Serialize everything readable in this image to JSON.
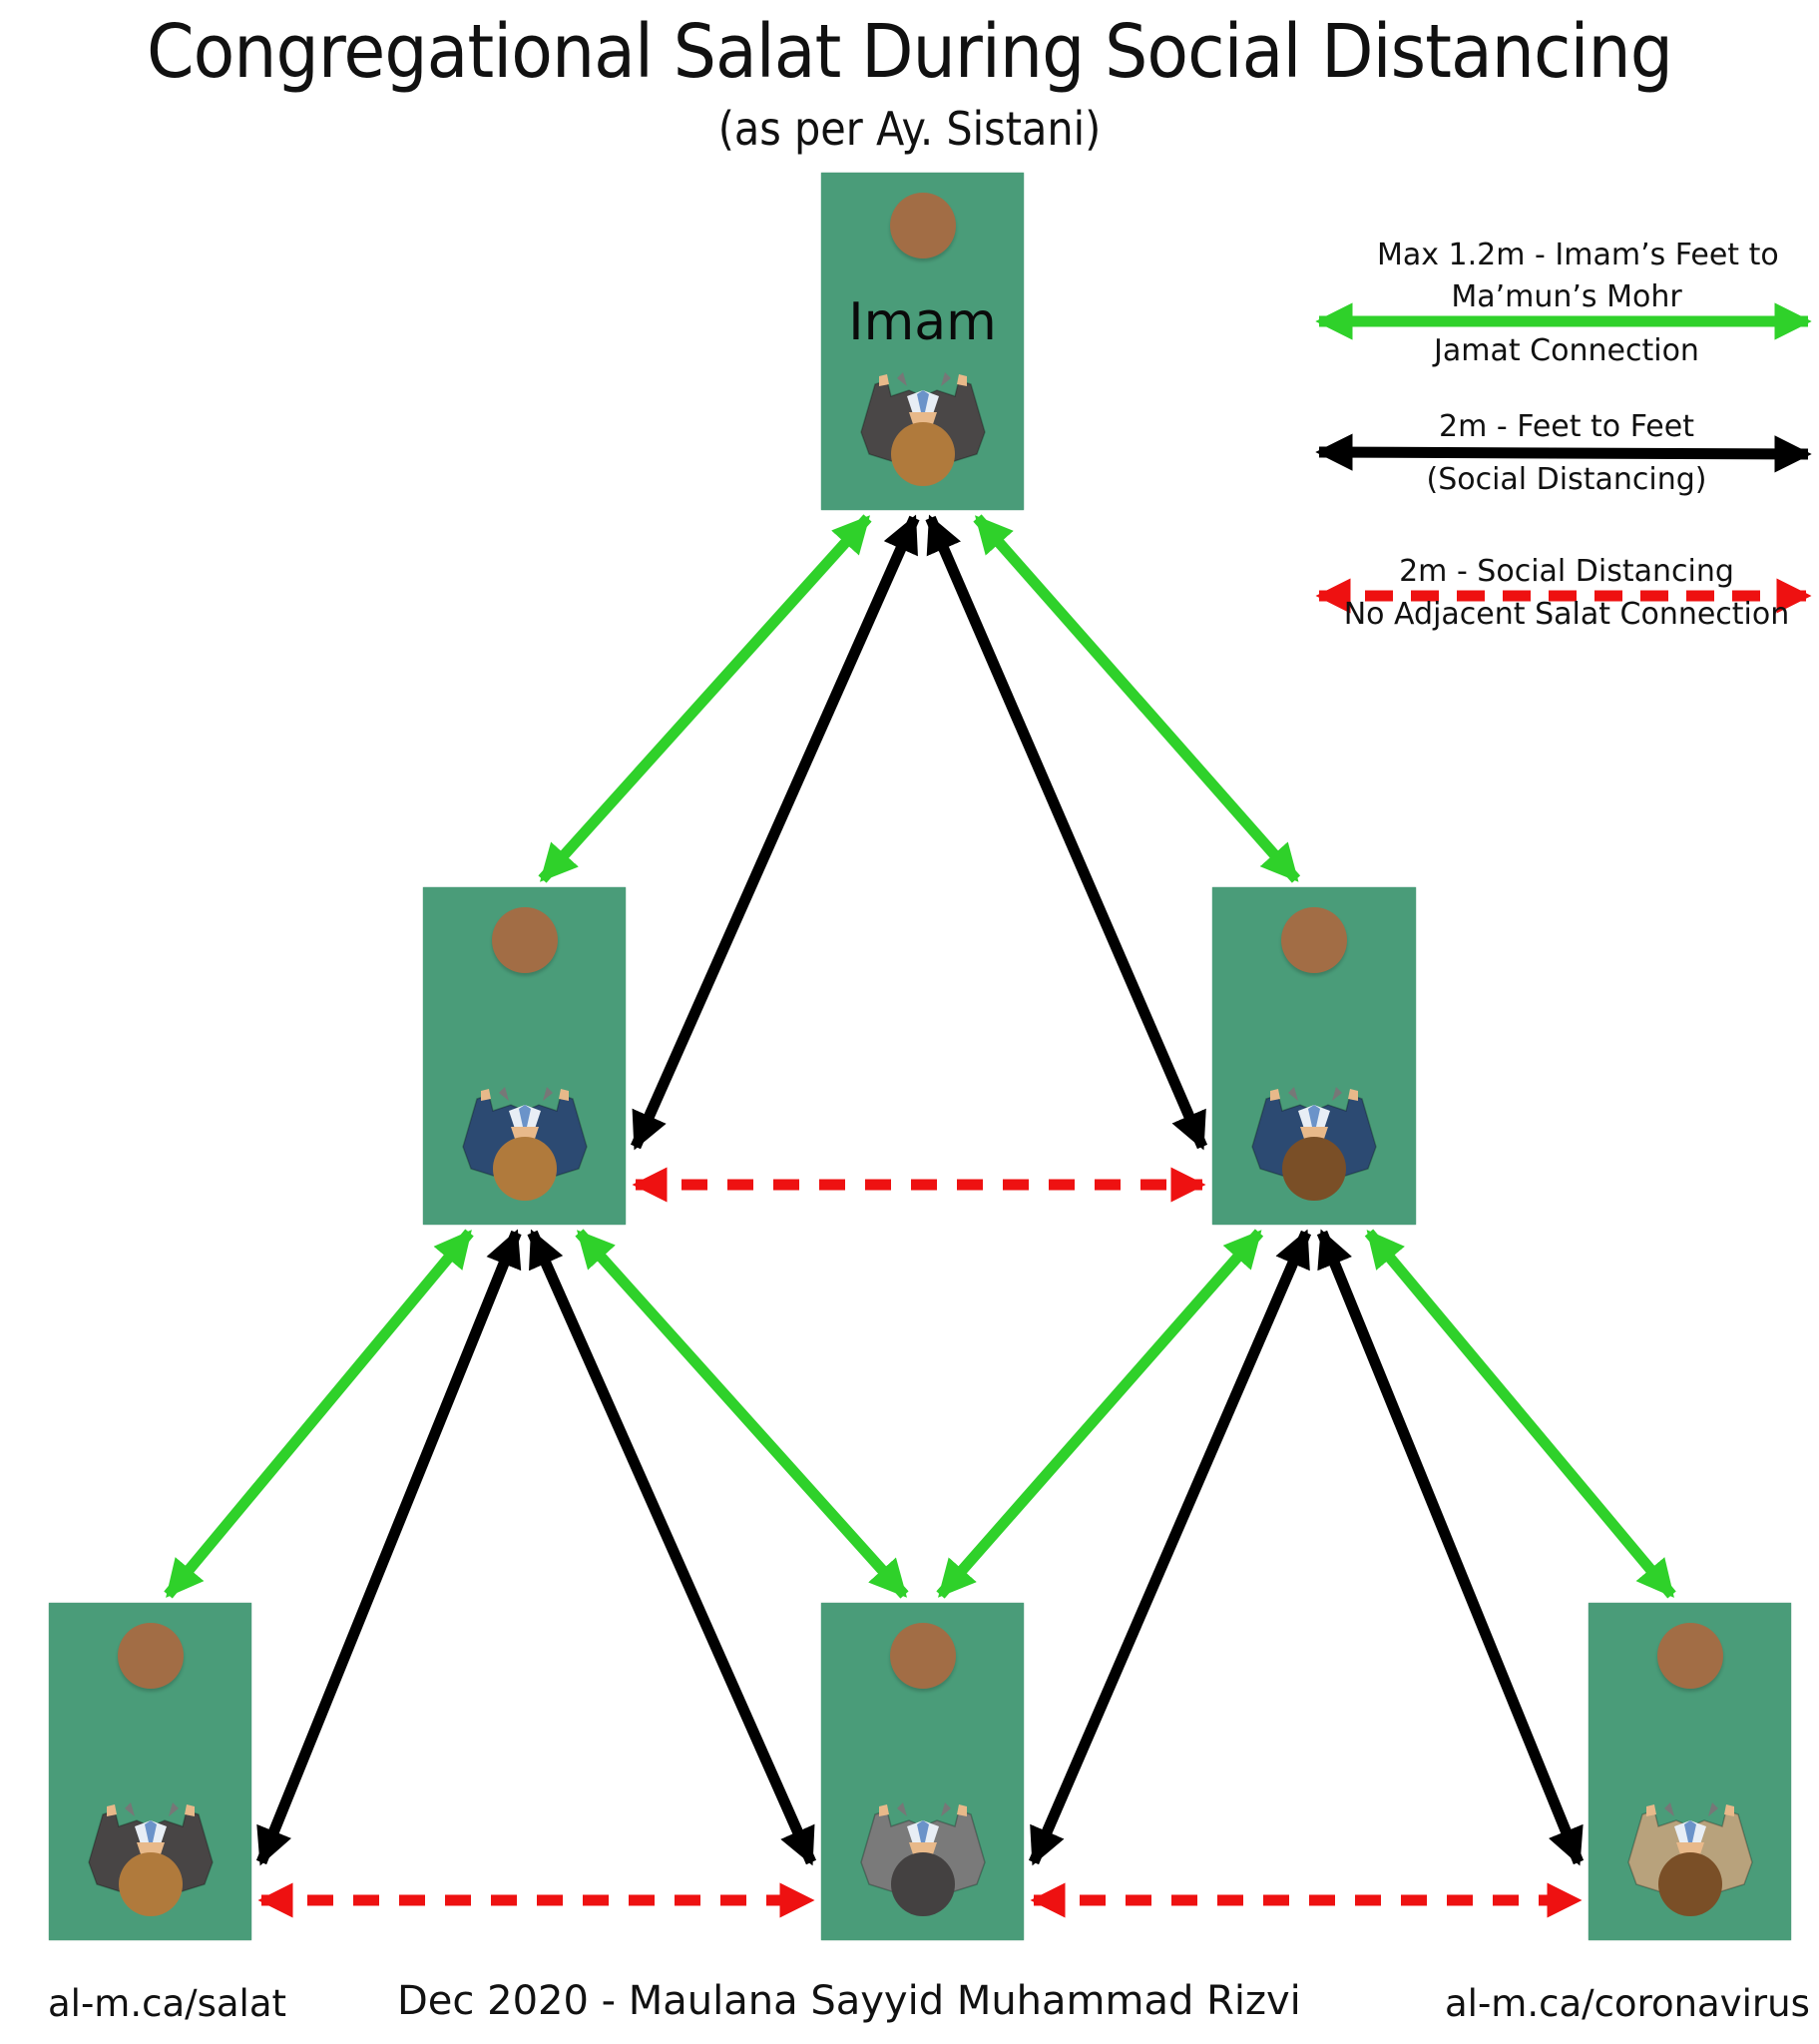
{
  "title": "Congregational Salat During Social Distancing",
  "subtitle": "(as per Ay. Sistani)",
  "legend": {
    "green": {
      "label_top_line1": "Max 1.2m - Imam’s Feet to",
      "label_top_line2": "Ma’mun’s Mohr",
      "label_bottom": "Jamat Connection",
      "color": "#2fd12a",
      "style": "solid double-headed arrow"
    },
    "black": {
      "label_top": "2m - Feet to Feet",
      "label_bottom": "(Social Distancing)",
      "color": "#000000",
      "style": "solid double-headed arrow"
    },
    "red": {
      "label_top": "2m - Social Distancing",
      "label_bottom": "No Adjacent Salat Connection",
      "color": "#ee1111",
      "style": "dashed double-headed arrow"
    }
  },
  "mats": [
    {
      "id": "imam",
      "label": "Imam",
      "row": "front",
      "clothing": "#4a4747",
      "head": "#b07a3c",
      "hair": "curly-none"
    },
    {
      "id": "mid-left",
      "label": "",
      "row": "second",
      "clothing": "#2c4a72",
      "head": "#b07a3c"
    },
    {
      "id": "mid-right",
      "label": "",
      "row": "second",
      "clothing": "#2c4a72",
      "head": "#7a4f27"
    },
    {
      "id": "bottom-left",
      "label": "",
      "row": "third",
      "clothing": "#484545",
      "head": "#b07a3c"
    },
    {
      "id": "bottom-mid",
      "label": "",
      "row": "third",
      "clothing": "#7a7a7a",
      "head": "#444141"
    },
    {
      "id": "bottom-right",
      "label": "",
      "row": "third",
      "clothing": "#b8a27c",
      "head": "#7a4f27"
    }
  ],
  "colors": {
    "mat": "#4a9c79",
    "mohr": "#a26d45",
    "green_arrow": "#2fd12a",
    "black_arrow": "#000000",
    "red_arrow": "#ee1111"
  },
  "connections": [
    {
      "type": "green",
      "from": "imam",
      "to": "mid-left"
    },
    {
      "type": "green",
      "from": "imam",
      "to": "mid-right"
    },
    {
      "type": "black",
      "from": "imam",
      "to": "mid-left"
    },
    {
      "type": "black",
      "from": "imam",
      "to": "mid-right"
    },
    {
      "type": "red",
      "from": "mid-left",
      "to": "mid-right"
    },
    {
      "type": "green",
      "from": "mid-left",
      "to": "bottom-left"
    },
    {
      "type": "green",
      "from": "mid-left",
      "to": "bottom-mid"
    },
    {
      "type": "black",
      "from": "mid-left",
      "to": "bottom-left"
    },
    {
      "type": "black",
      "from": "mid-left",
      "to": "bottom-mid"
    },
    {
      "type": "green",
      "from": "mid-right",
      "to": "bottom-mid"
    },
    {
      "type": "green",
      "from": "mid-right",
      "to": "bottom-right"
    },
    {
      "type": "black",
      "from": "mid-right",
      "to": "bottom-mid"
    },
    {
      "type": "black",
      "from": "mid-right",
      "to": "bottom-right"
    },
    {
      "type": "red",
      "from": "bottom-left",
      "to": "bottom-mid"
    },
    {
      "type": "red",
      "from": "bottom-mid",
      "to": "bottom-right"
    }
  ],
  "footer": {
    "left_link": "al-m.ca/salat",
    "center": "Dec 2020 - Maulana Sayyid Muhammad Rizvi",
    "right_link": "al-m.ca/coronavirus"
  }
}
